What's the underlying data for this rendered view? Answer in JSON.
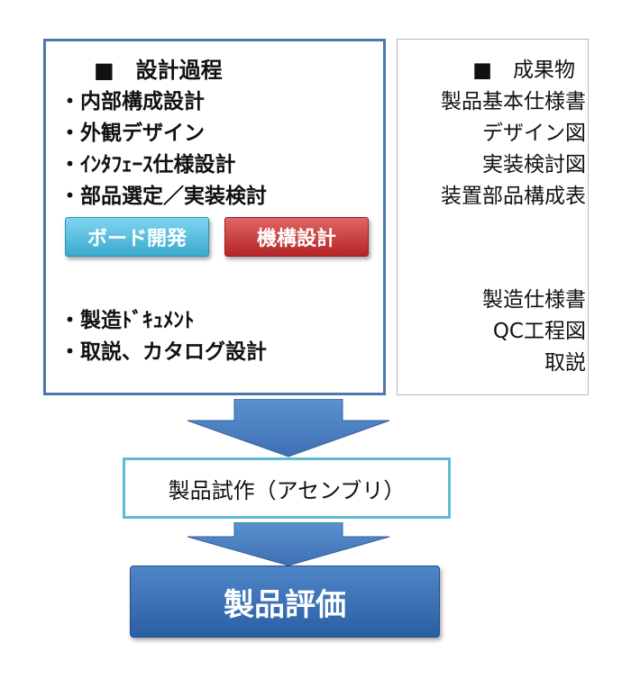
{
  "design": {
    "title": "■　設計過程",
    "items": [
      "・内部構成設計",
      "・外観デザイン",
      "・ｲﾝﾀﾌｪｰｽ仕様設計",
      "・部品選定／実装検討",
      "・製造ﾄﾞｷｭﾒﾝﾄ",
      "・取説、カタログ設計"
    ],
    "board_label": "ボード開発",
    "mech_label": "機構設計",
    "colors": {
      "border": "#4a78ad",
      "board": "#39a9cf",
      "mech": "#b62525"
    }
  },
  "deliverables": {
    "title": "■　成果物",
    "group1": [
      "製品基本仕様書",
      "デザイン図",
      "実装検討図",
      "装置部品構成表"
    ],
    "group2": [
      "製造仕様書",
      "QC工程図",
      "取説"
    ]
  },
  "prototype": {
    "label": "製品試作（アセンブリ）",
    "border_color": "#5cbdcc"
  },
  "evaluation": {
    "label": "製品評価",
    "color": "#2a5fa3"
  },
  "arrows": {
    "color": "#4f86c8"
  }
}
